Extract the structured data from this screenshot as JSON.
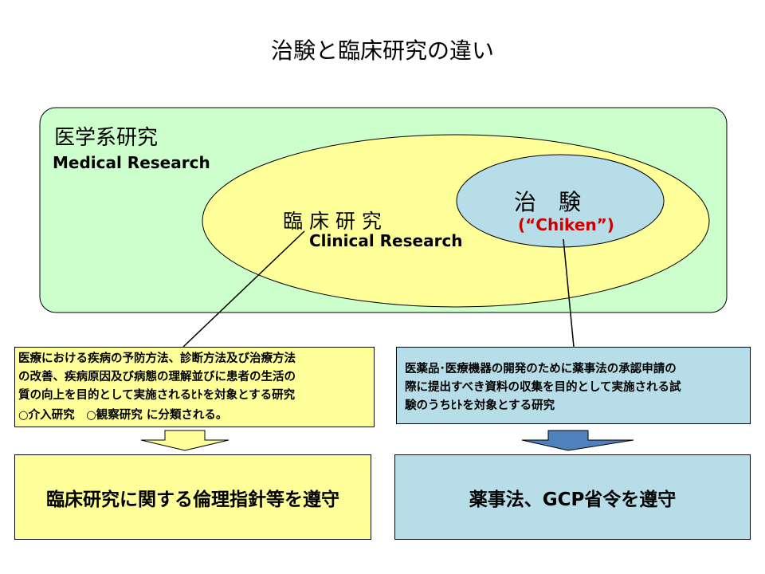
{
  "title": "治験と臨床研究の違い",
  "medical_research": {
    "ja": "医学系研究",
    "en": "Medical Research"
  },
  "clinical_research": {
    "ja": "臨 床 研 究",
    "en": "Clinical Research"
  },
  "chiken": {
    "ja": "治　験",
    "en": "(“Chiken”)"
  },
  "left_description": {
    "lines": [
      "医療における疾病の予防方法、診断方法及び治療方法",
      "の改善、疾病原因及び病態の理解並びに患者の生活の",
      "質の向上を目的として実施されるﾋﾄを対象とする研究"
    ],
    "classification": "○介入研究　○観察研究  に分類される。"
  },
  "right_description": {
    "lines": [
      "医薬品･医療機器の開発のために薬事法の承認申請の",
      "際に提出すべき資料の収集を目的として実施される試",
      "験のうちﾋﾄを対象とする研究"
    ]
  },
  "left_result": "臨床研究に関する倫理指針等を遵守",
  "right_result": "薬事法、GCP省令を遵守",
  "colors": {
    "green": "#ccffcc",
    "yellow": "#ffff99",
    "blue": "#b7dde8",
    "arrow_blue": "#4f81bd",
    "red": "#cc0000"
  }
}
